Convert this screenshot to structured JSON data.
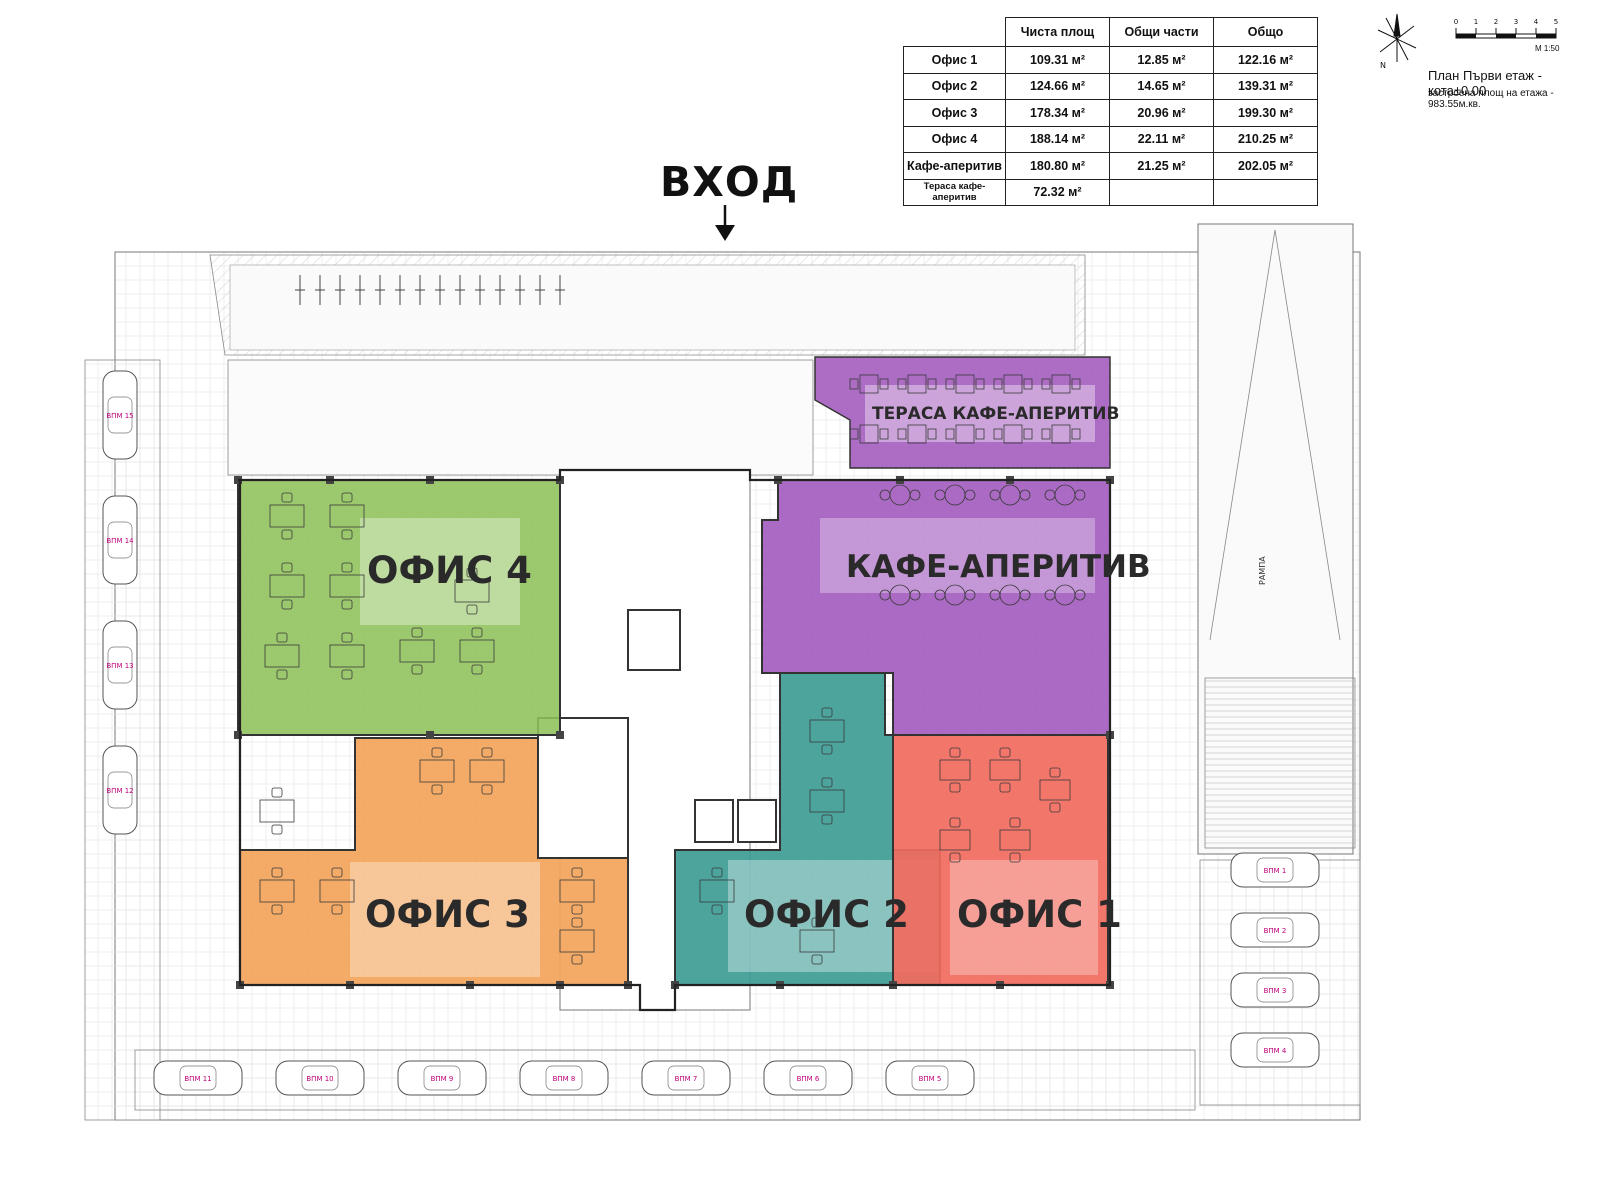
{
  "table": {
    "headers": [
      "Чиста площ",
      "Общи части",
      "Общо"
    ],
    "rows": [
      {
        "name": "Офис 1",
        "net": "109.31 м²",
        "common": "12.85 м²",
        "total": "122.16 м²"
      },
      {
        "name": "Офис 2",
        "net": "124.66 м²",
        "common": "14.65 м²",
        "total": "139.31 м²"
      },
      {
        "name": "Офис 3",
        "net": "178.34 м²",
        "common": "20.96 м²",
        "total": "199.30 м²"
      },
      {
        "name": "Офис 4",
        "net": "188.14 м²",
        "common": "22.11 м²",
        "total": "210.25 м²"
      },
      {
        "name": "Кафе-аперитив",
        "net": "180.80 м²",
        "common": "21.25 м²",
        "total": "202.05 м²"
      },
      {
        "name": "Тераса кафе-аперитив",
        "net": "72.32 м²",
        "common": "",
        "total": ""
      }
    ]
  },
  "plan": {
    "title": "План Първи етаж - кота±0.00",
    "subtitle": "застроена площ на етажа - 983.55м.кв.",
    "scale_label": "М 1:50",
    "scale_ticks": [
      "0",
      "1",
      "2",
      "3",
      "4",
      "5"
    ],
    "entry_label": "ВХОД",
    "rooms": {
      "office4": "ОФИС 4",
      "office3": "ОФИС 3",
      "office2": "ОФИС 2",
      "office1": "ОФИС 1",
      "cafe": "КАФЕ-АПЕРИТИВ",
      "terrace": "ТЕРАСА КАФЕ-АПЕРИТИВ"
    },
    "room_colors": {
      "office4": "#8fc25a",
      "office3": "#f2a45a",
      "office2": "#3d9c95",
      "office1": "#f26a5e",
      "cafe": "#a45dbf"
    },
    "ramp_label": "РАМПА",
    "parking": [
      "ВПМ 1",
      "ВПМ 2",
      "ВПМ 3",
      "ВПМ 4",
      "ВПМ 5",
      "ВПМ 6",
      "ВПМ 7",
      "ВПМ 8",
      "ВПМ 9",
      "ВПМ 10",
      "ВПМ 11",
      "ВПМ 12",
      "ВПМ 13",
      "ВПМ 14",
      "ВПМ 15"
    ],
    "icons": [
      "north-arrow-icon",
      "entry-arrow-icon"
    ]
  }
}
